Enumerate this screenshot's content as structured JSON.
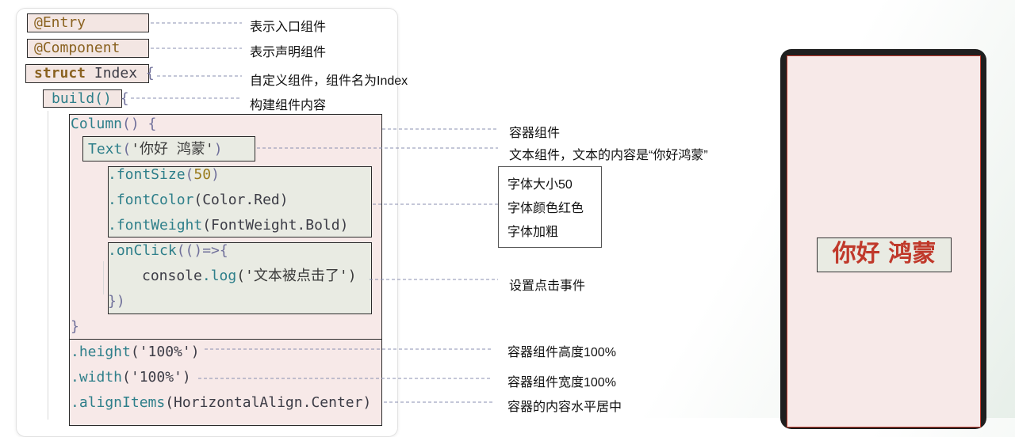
{
  "code": {
    "entry": "@Entry",
    "component": "@Component",
    "struct_kw": "struct",
    "struct_name": "Index",
    "struct_brace": "{",
    "build": "build()",
    "build_brace": "{",
    "column_fn": "Column",
    "column_rest": "() {",
    "text_fn": "Text",
    "text_open": "(",
    "text_arg": "'你好 鸿蒙'",
    "text_close": ")",
    "fontsize_fn": ".fontSize",
    "fontsize_open": "(",
    "fontsize_val": "50",
    "fontsize_close": ")",
    "fontcolor_fn": ".fontColor",
    "fontcolor_arg": "(Color.Red)",
    "fontweight_fn": ".fontWeight",
    "fontweight_arg": "(FontWeight.Bold)",
    "onclick_fn": ".onClick",
    "onclick_arg": "(()=>{",
    "console_obj": "console",
    "console_fn": ".log",
    "console_arg": "('文本被点击了')",
    "onclick_end": "})",
    "column_end": "}",
    "height_fn": ".height",
    "height_arg": "('100%')",
    "width_fn": ".width",
    "width_arg": "('100%')",
    "align_fn": ".alignItems",
    "align_arg": "(HorizontalAlign.Center)"
  },
  "annotations": {
    "entry": "表示入口组件",
    "component": "表示声明组件",
    "struct": "自定义组件，组件名为Index",
    "build": "构建组件内容",
    "column": "容器组件",
    "text": "文本组件，文本的内容是“你好鸿蒙”",
    "font_lines": [
      "字体大小50",
      "字体颜色红色",
      "字体加粗"
    ],
    "onclick": "设置点击事件",
    "height": "容器组件高度100%",
    "width": "容器组件宽度100%",
    "align": "容器的内容水平居中"
  },
  "preview": {
    "text": "你好 鸿蒙",
    "text_color": "#c0392b"
  },
  "colors": {
    "pink_box": "#f7e9e8",
    "grey_box": "#e9ebe3",
    "dashed_line": "#8a8fb0"
  }
}
